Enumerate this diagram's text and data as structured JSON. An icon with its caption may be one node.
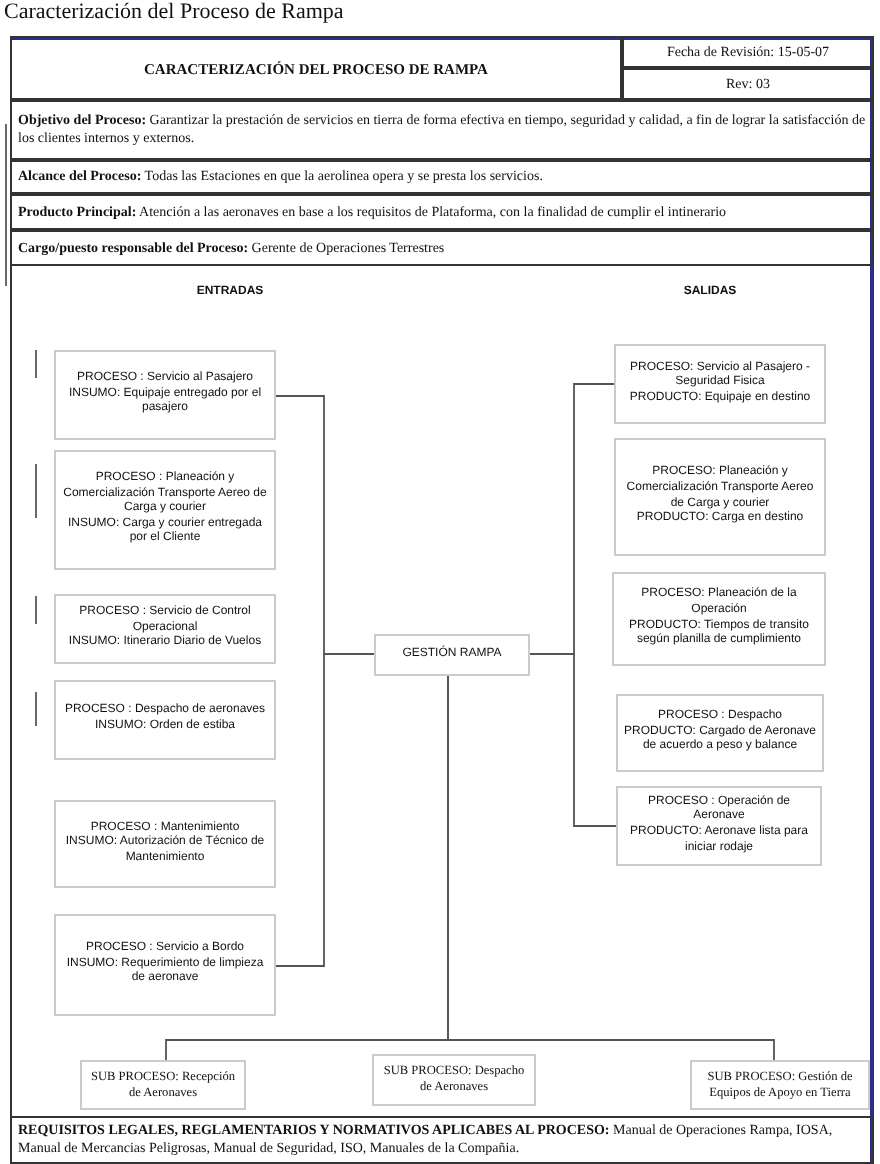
{
  "diagram": {
    "title": "Caracterización del Proceso de Rampa",
    "nodes": [
      {
        "text": [
          "PROCESO : Servicio al Pasajero",
          "INSUMO: Equipaje entregado por el pasajero"
        ]
      },
      {
        "text": [
          "PROCESO : Planeación y Comercialización Transporte Aereo de Carga y courier",
          "INSUMO: Carga y courier entregada por el Cliente"
        ]
      },
      {
        "text": [
          "PROCESO : Servicio de Control Operacional",
          "INSUMO: Itinerario Diario de Vuelos"
        ]
      },
      {
        "text": [
          "PROCESO : Despacho de aeronaves",
          "INSUMO: Orden de estiba"
        ]
      },
      {
        "text": [
          "PROCESO : Mantenimiento",
          "INSUMO: Autorización de Técnico de Mantenimiento"
        ]
      },
      {
        "text": [
          "PROCESO : Servicio a Bordo",
          "INSUMO: Requerimiento de limpieza de aeronave"
        ]
      },
      {
        "text": [
          "GESTIÓN RAMPA"
        ]
      },
      {
        "text": [
          "PROCESO: Servicio al Pasajero - Seguridad Fisica",
          "PRODUCTO: Equipaje en destino"
        ]
      },
      {
        "text": [
          "PROCESO: Planeación y Comercialización Transporte Aereo de Carga y courier",
          "PRODUCTO: Carga en destino"
        ]
      },
      {
        "text": [
          "PROCESO: Planeación de la Operación",
          "PRODUCTO: Tiempos de transito según planilla de cumplimiento"
        ]
      },
      {
        "text": [
          "PROCESO : Despacho",
          "PRODUCTO: Cargado de Aeronave de acuerdo a peso y balance"
        ]
      },
      {
        "text": [
          "PROCESO : Operación de Aeronave",
          "PRODUCTO: Aeronave lista para iniciar rodaje"
        ]
      },
      {
        "text": [
          "SUB PROCESO: Recepción de Aeronaves"
        ]
      },
      {
        "text": [
          "SUB PROCESO: Despacho de Aeronaves"
        ]
      },
      {
        "text": [
          "SUB PROCESO: Gestión de Equipos de Apoyo en Tierra"
        ]
      }
    ],
    "edges": [
      {
        "from": 0,
        "to": 6,
        "arrow": "none"
      },
      {
        "from": 5,
        "to": 6,
        "arrow": "none"
      },
      {
        "from": 6,
        "to": 7,
        "arrow": "none"
      },
      {
        "from": 6,
        "to": 11,
        "arrow": "none"
      },
      {
        "from": 6,
        "to": 12,
        "arrow": "none"
      },
      {
        "from": 6,
        "to": 14,
        "arrow": "none"
      }
    ],
    "labels": [
      "CARACTERIZACIÓN DEL PROCESO DE RAMPA",
      "Fecha de Revisión: 15-05-07",
      "Rev: 03",
      "**Objetivo del Proceso:** Garantizar la prestación de servicios en tierra de forma efectiva en tiempo, seguridad y calidad, a fin de lograr la satisfacción de los clientes internos y externos.",
      "**Alcance del Proceso:** Todas las Estaciones en que la aerolinea opera y se presta los servicios.",
      "**Producto Principal:** Atención a las aeronaves en base a los requisitos de Plataforma, con la finalidad de cumplir el intinerario",
      "**Cargo/puesto responsable del Proceso:** Gerente de Operaciones Terrestres",
      "ENTRADAS",
      "SALIDAS",
      "**REQUISITOS LEGALES, REGLAMENTARIOS Y NORMATIVOS APLICABES AL PROCESO:** Manual de Operaciones Rampa, IOSA, Manual de Mercancias Peligrosas, Manual de Seguridad, ISO, Manuales de la Compañia."
    ]
  }
}
